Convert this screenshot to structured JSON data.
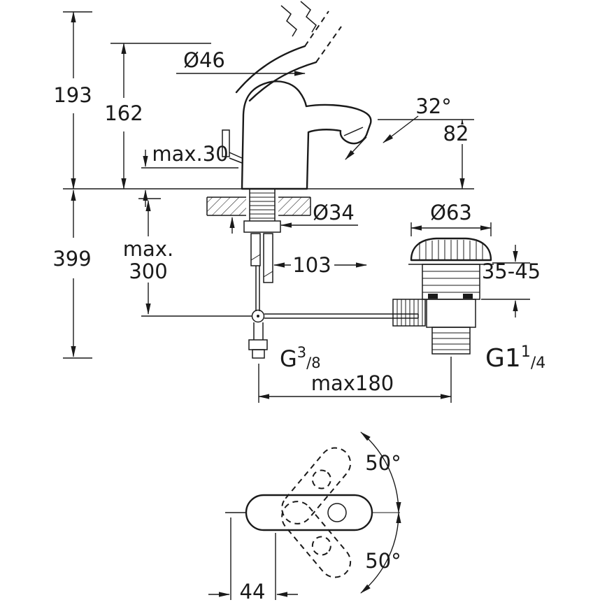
{
  "meta": {
    "title": "Single-lever basin mixer installation dimensional drawing"
  },
  "colors": {
    "line": "#1a1a1a",
    "background": "#ffffff"
  },
  "labels": {
    "h193": "193",
    "h162": "162",
    "max30": "max.30",
    "dia46": "Ø46",
    "angle32": "32°",
    "h82": "82",
    "d399": "399",
    "max300_line1": "max.",
    "max300_line2": "300",
    "dia34": "Ø34",
    "d103": "103",
    "dia63": "Ø63",
    "range3545": "35-45",
    "max180": "max180",
    "g38": {
      "base": "G",
      "sup": "3",
      "sub": "/8"
    },
    "g114": {
      "base": "G1",
      "sup": "1",
      "sub": "/4"
    },
    "swing_top": "50°",
    "swing_bottom": "50°",
    "d44": "44"
  }
}
